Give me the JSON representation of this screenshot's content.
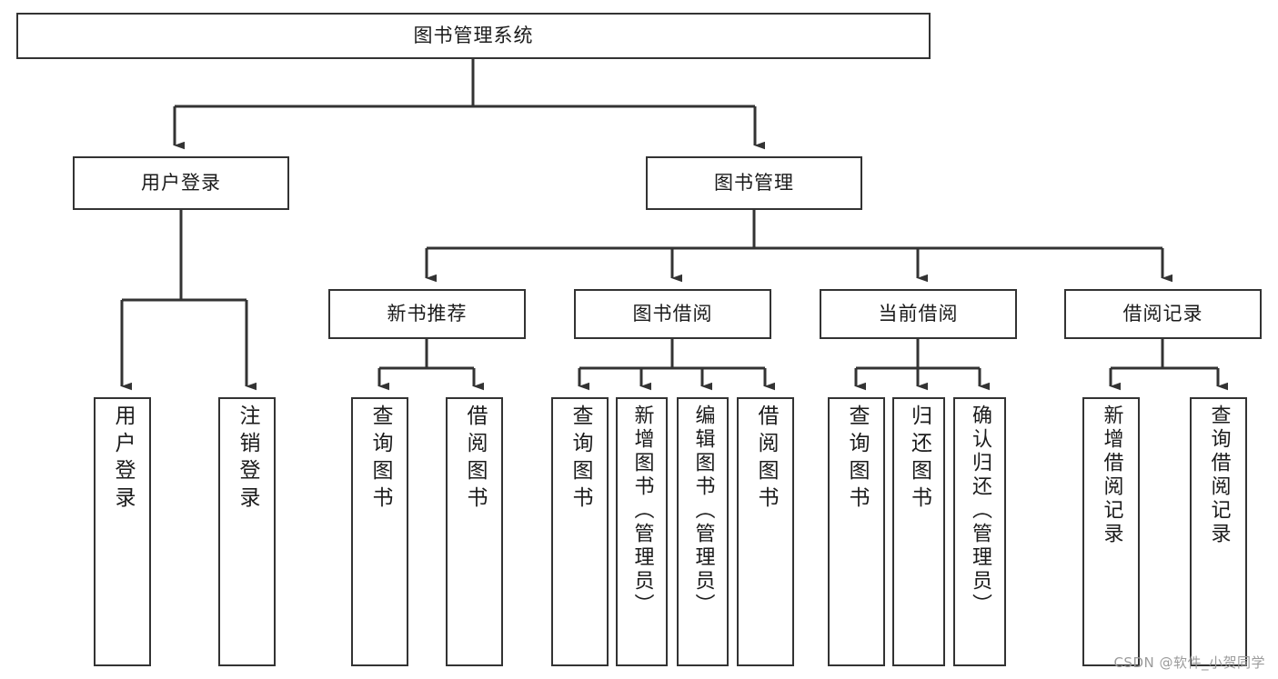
{
  "diagram": {
    "type": "tree-hierarchy-chart",
    "title": "图书管理系统",
    "orientation": "top-down",
    "line_color": "#333333",
    "box_fill": "#ffffff",
    "text_color": "#1b1b1b"
  },
  "root": {
    "label": "图书管理系统"
  },
  "level2": [
    {
      "label": "用户登录"
    },
    {
      "label": "图书管理"
    }
  ],
  "level3": [
    {
      "label": "新书推荐"
    },
    {
      "label": "图书借阅"
    },
    {
      "label": "当前借阅"
    },
    {
      "label": "借阅记录"
    }
  ],
  "leaves": {
    "user_login": [
      {
        "label": "用户登录"
      },
      {
        "label": "注销登录"
      }
    ],
    "new_book_recommend": [
      {
        "label": "查询图书"
      },
      {
        "label": "借阅图书"
      }
    ],
    "book_borrow": [
      {
        "label": "查询图书"
      },
      {
        "label": "新增图书（管理员）"
      },
      {
        "label": "编辑图书（管理员）"
      },
      {
        "label": "借阅图书"
      }
    ],
    "current_borrow": [
      {
        "label": "查询图书"
      },
      {
        "label": "归还图书"
      },
      {
        "label": "确认归还（管理员）"
      }
    ],
    "borrow_records": [
      {
        "label": "新增借阅记录"
      },
      {
        "label": "查询借阅记录"
      }
    ]
  },
  "watermark": {
    "text": "CSDN @软件_小贺同学"
  }
}
